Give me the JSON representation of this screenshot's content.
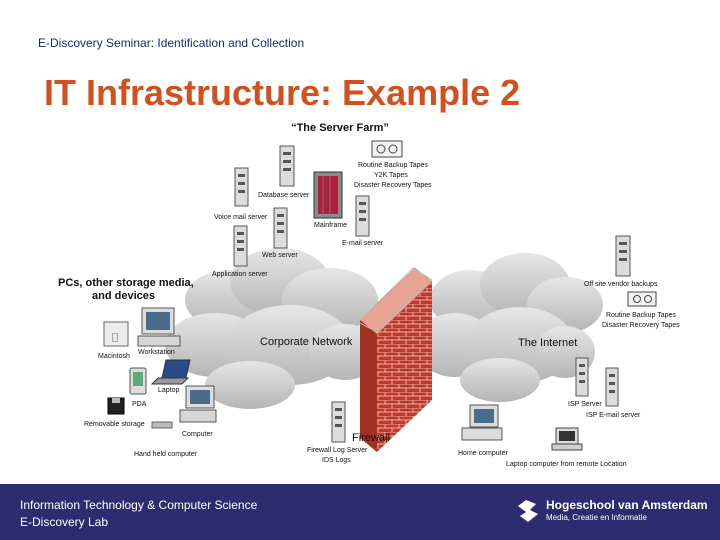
{
  "header": {
    "seminar": "E-Discovery Seminar: Identification and Collection",
    "title": "IT Infrastructure: Example 2"
  },
  "diagram": {
    "server_farm": "“The Server Farm”",
    "pcs_line1": "PCs, other storage media,",
    "pcs_line2": "and devices",
    "corporate_network": "Corporate Network",
    "internet": "The Internet",
    "firewall": "Firewall",
    "database_server": "Database server",
    "voice_mail_server": "Voice mail server",
    "mainframe": "Mainframe",
    "email_server": "E-mail server",
    "web_server": "Web server",
    "application_server": "Application server",
    "routine_tapes_1": "Routine Backup Tapes",
    "routine_tapes_2": "Y2K Tapes",
    "routine_tapes_3": "Disaster Recovery Tapes",
    "offsite_backups": "Off site vendor backups",
    "remote_tapes_1": "Routine Backup Tapes",
    "remote_tapes_2": "Disaster Recovery Tapes",
    "macintosh": "Macintosh",
    "workstation": "Workstation",
    "laptop": "Laptop",
    "pda": "PDA",
    "removable_storage": "Removable storage",
    "computer": "Computer",
    "handheld_computer": "Hand held computer",
    "firewall_log_1": "Firewall Log Server",
    "firewall_log_2": "IDS Logs",
    "isp_server": "ISP Server",
    "isp_email": "ISP E-mail server",
    "home_computer": "Home computer",
    "remote_laptop": "Laptop computer from remote Location"
  },
  "footer": {
    "line1": "Information Technology & Computer Science",
    "line2": "E-Discovery Lab",
    "logo_name": "Hogeschool van Amsterdam",
    "logo_sub": "Media, Creatie en Informatie"
  },
  "colors": {
    "title": "#d2501e",
    "footer_bg": "#2b2d6e",
    "firewall_brick": "#c0392b"
  }
}
